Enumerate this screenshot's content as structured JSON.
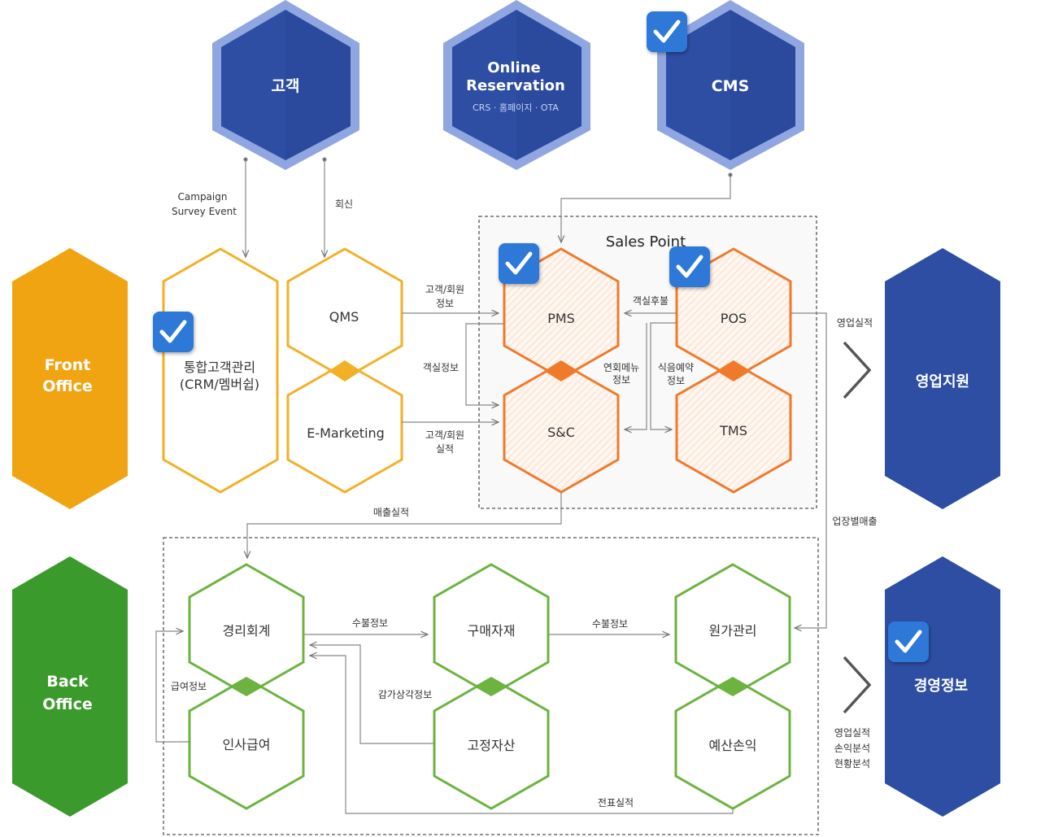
{
  "top_nodes": {
    "customer": "고객",
    "online_reservation": {
      "line1": "Online",
      "line2": "Reservation",
      "sub": "CRS · 홈페이지 · OTA"
    },
    "cms": "CMS"
  },
  "side_nodes": {
    "front_office": {
      "line1": "Front",
      "line2": "Office"
    },
    "back_office": {
      "line1": "Back",
      "line2": "Office"
    },
    "sales_support": "영업지원",
    "management_info": "경영정보"
  },
  "front_nodes": {
    "crm": {
      "line1": "통합고객관리",
      "line2": "(CRM/멤버쉽)"
    },
    "qms": "QMS",
    "emarketing": "E-Marketing"
  },
  "sales_point": {
    "title": "Sales Point",
    "pms": "PMS",
    "pos": "POS",
    "sc": "S&C",
    "tms": "TMS"
  },
  "back_nodes": {
    "accounting": "경리회계",
    "purchasing": "구매자재",
    "cost": "원가관리",
    "hr": "인사급여",
    "fixed_assets": "고정자산",
    "budget": "예산손익"
  },
  "edge_labels": {
    "campaign_line1": "Campaign",
    "campaign_line2": "Survey Event",
    "reply": "회신",
    "customer_info_1_line1": "고객/회원",
    "customer_info_1_line2": "정보",
    "room_info": "객실정보",
    "customer_perf_line1": "고객/회원",
    "customer_perf_line2": "실적",
    "room_charge": "객실후불",
    "banquet_line1": "연회메뉴",
    "banquet_line2": "정보",
    "dining_line1": "식음예약",
    "dining_line2": "정보",
    "sales_perf": "영업실적",
    "revenue_perf": "매출실적",
    "venue_sales": "업장별매출",
    "payment_info_1": "수불정보",
    "payment_info_2": "수불정보",
    "depreciation": "감가상각정보",
    "salary_info": "급여정보",
    "voucher_perf": "전표실적",
    "mgmt_line1": "영업실적",
    "mgmt_line2": "손익분석",
    "mgmt_line3": "현황분석"
  },
  "colors": {
    "navy": "#2e4ea4",
    "navy_light": "#90a6e0",
    "orange_side": "#f1a412",
    "green_side": "#3a9a2b",
    "yellow_outline": "#f2b027",
    "orange_outline": "#ef7a2a",
    "green_outline": "#6cb33f",
    "check_blue": "#2f78d8"
  },
  "icons": [
    "check-icon",
    "chevron-right-icon"
  ]
}
